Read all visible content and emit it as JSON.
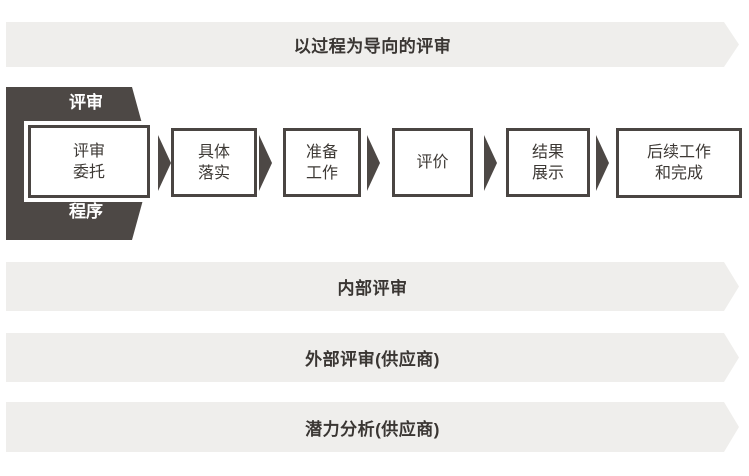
{
  "colors": {
    "banner_bg": "#efeeec",
    "dark": "#4d4845",
    "box_border": "#4a4542",
    "banner_text": "#3a3633",
    "box_text": "#3d3935"
  },
  "top_banner": {
    "label": "以过程为导向的评审"
  },
  "procedure": {
    "arrow_top_label": "评审",
    "arrow_bottom_label": "程序",
    "steps": [
      {
        "label": "评审\n委托"
      },
      {
        "label": "具体\n落实"
      },
      {
        "label": "准备\n工作"
      },
      {
        "label": "评价"
      },
      {
        "label": "结果\n展示"
      },
      {
        "label": "后续工作\n和完成"
      }
    ]
  },
  "bottom_banners": [
    {
      "label": "内部评审"
    },
    {
      "label": "外部评审(供应商)"
    },
    {
      "label": "潜力分析(供应商)"
    }
  ]
}
